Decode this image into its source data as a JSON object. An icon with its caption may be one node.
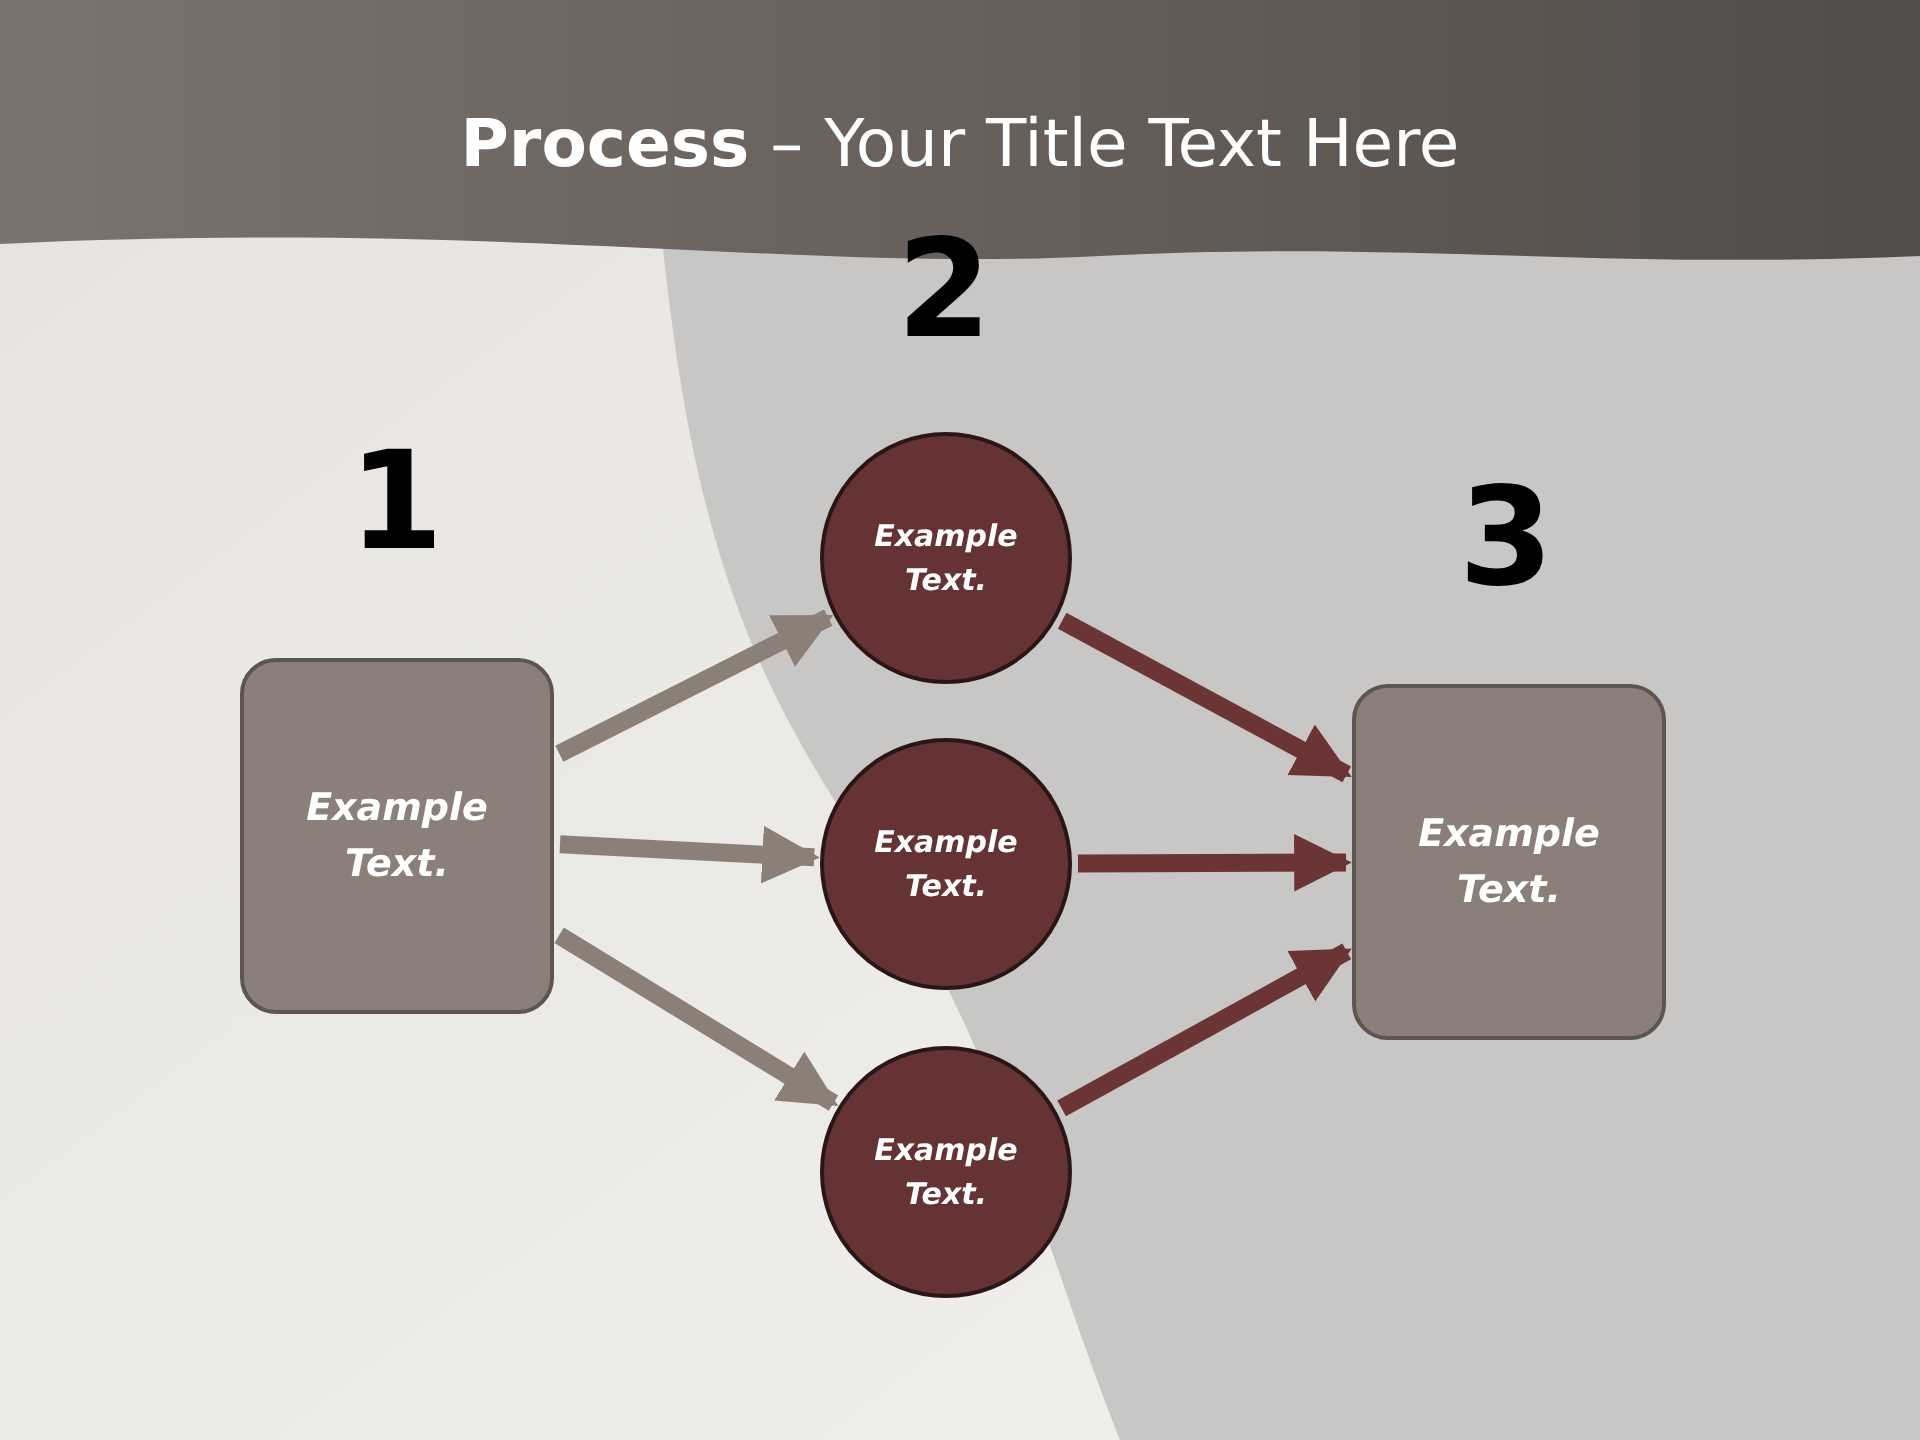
{
  "diagram": {
    "title": "**Process** – Your Title Text Here",
    "nodes": [
      {
        "text": [
          "Example Text."
        ],
        "beside": [
          "1"
        ]
      },
      {
        "text": [
          "Example Text."
        ],
        "beside": [
          "2"
        ]
      },
      {
        "text": [
          "Example Text."
        ]
      },
      {
        "text": [
          "Example Text."
        ]
      },
      {
        "text": [
          "Example Text."
        ],
        "beside": [
          "3"
        ]
      }
    ],
    "edges": [
      {
        "from": 0,
        "to": 1,
        "arrow": "to",
        "color": "#8a8078"
      },
      {
        "from": 0,
        "to": 2,
        "arrow": "to",
        "color": "#8a8078"
      },
      {
        "from": 0,
        "to": 3,
        "arrow": "to",
        "color": "#8a8078"
      },
      {
        "from": 1,
        "to": 4,
        "arrow": "to",
        "color": "#6b3535"
      },
      {
        "from": 2,
        "to": 4,
        "arrow": "to",
        "color": "#6b3535"
      },
      {
        "from": 3,
        "to": 4,
        "arrow": "to",
        "color": "#6b3535"
      }
    ]
  }
}
